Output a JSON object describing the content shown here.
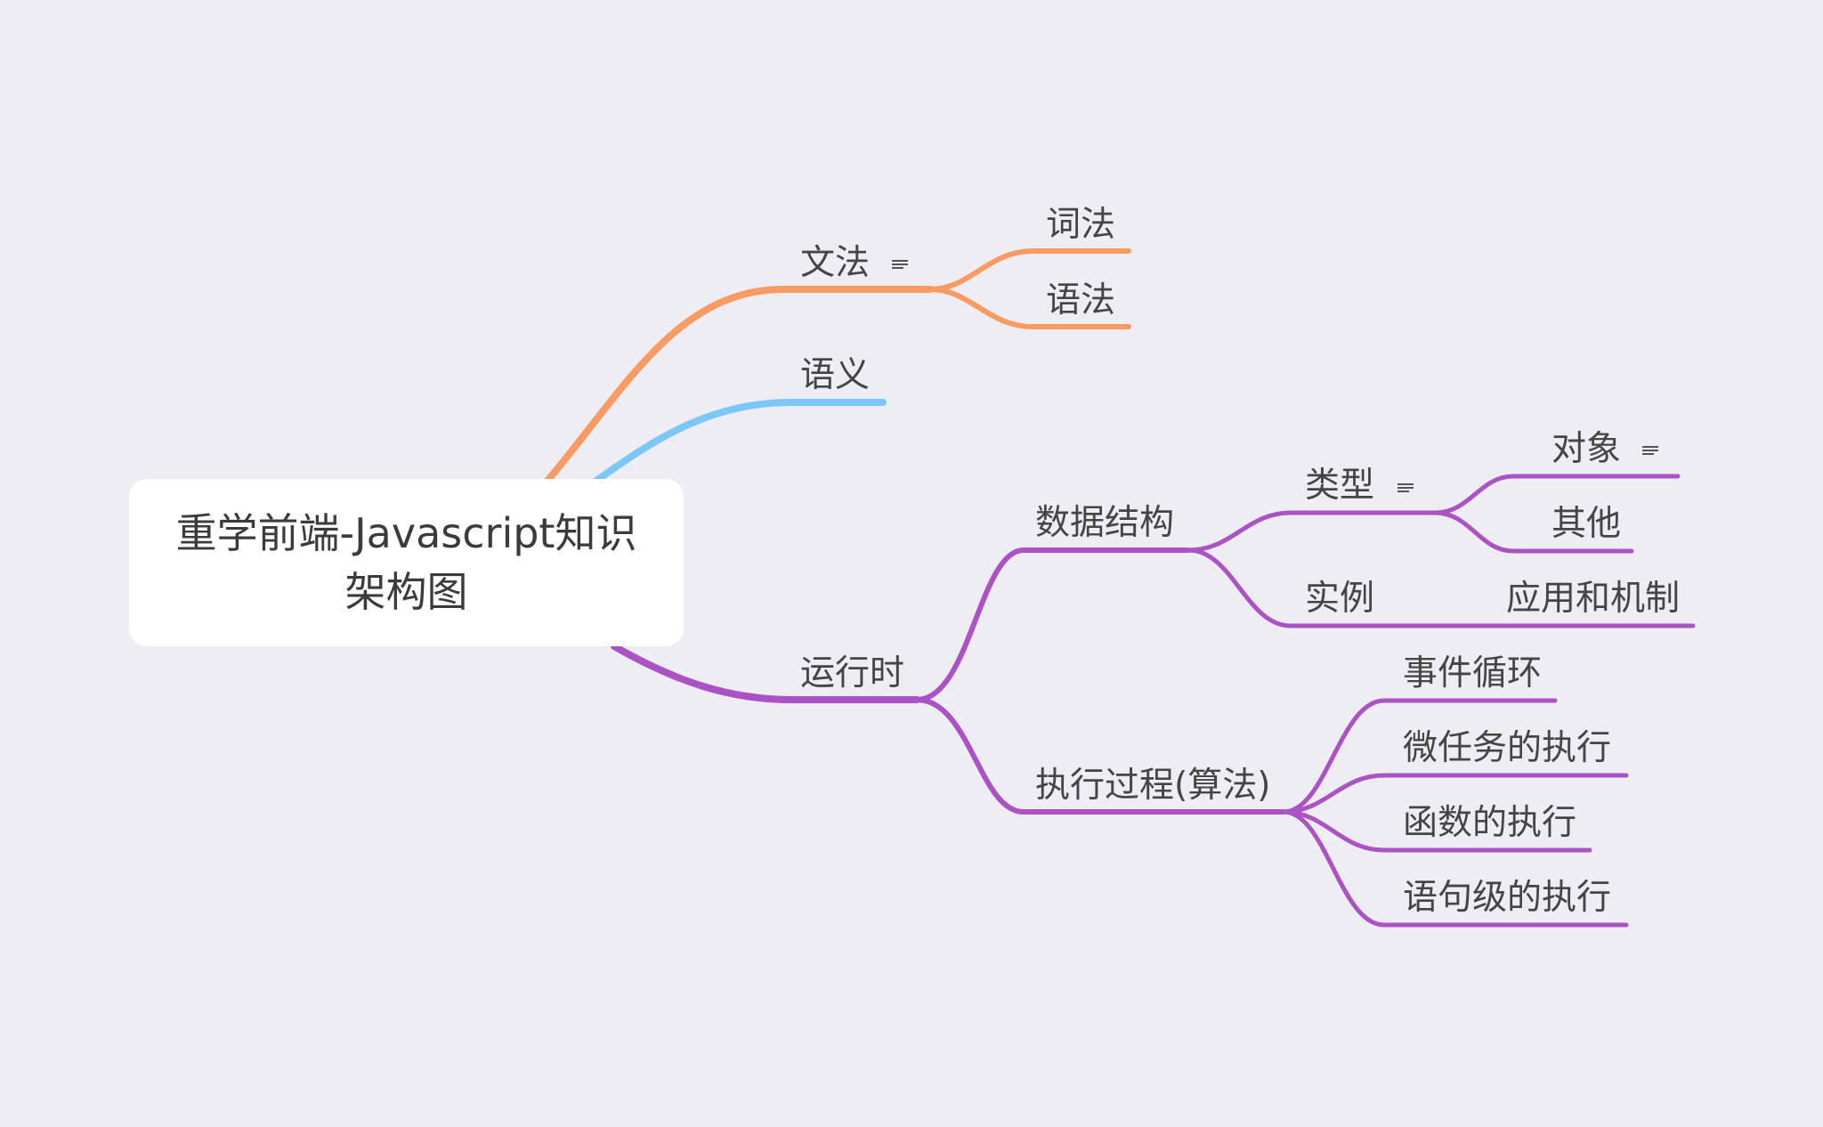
{
  "root": {
    "title_line1": "重学前端-Javascript知识",
    "title_line2": "架构图"
  },
  "colors": {
    "grammar": "#f99b62",
    "semantics": "#7bc7f8",
    "runtime": "#ab52c4",
    "background": "#efedf4"
  },
  "nodes": {
    "grammar": "文法",
    "lexical": "词法",
    "syntax": "语法",
    "semantics": "语义",
    "runtime": "运行时",
    "data_structure": "数据结构",
    "type": "类型",
    "object": "对象",
    "other": "其他",
    "instance": "实例",
    "app_mechanism": "应用和机制",
    "exec_process": "执行过程(算法)",
    "event_loop": "事件循环",
    "microtask": "微任务的执行",
    "function_exec": "函数的执行",
    "statement_exec": "语句级的执行"
  },
  "note_icons": [
    "grammar-note-icon",
    "type-note-icon",
    "object-note-icon"
  ]
}
